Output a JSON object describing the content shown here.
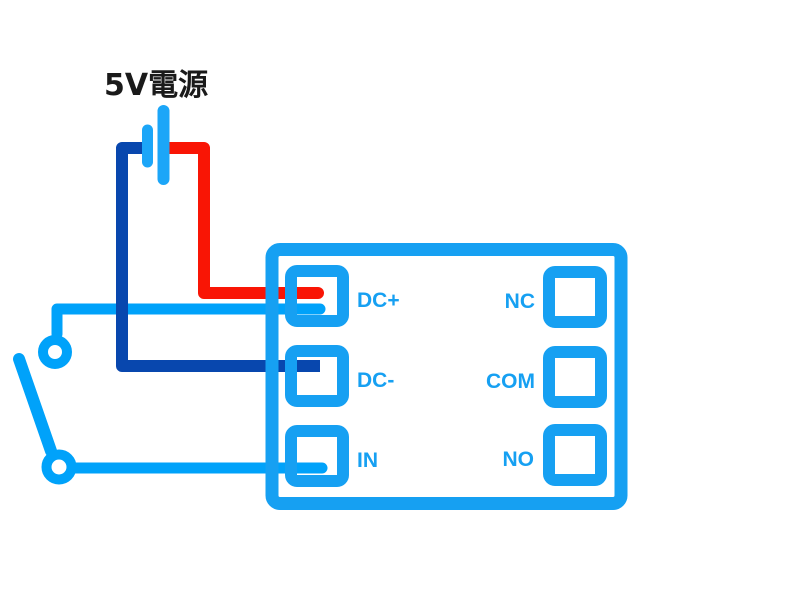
{
  "diagram": {
    "power_label": "5V電源",
    "module_terminals": {
      "dc_plus": "DC+",
      "dc_minus": "DC-",
      "in": "IN",
      "nc": "NC",
      "com": "COM",
      "no": "NO"
    },
    "components": {
      "battery": "5V power supply (battery symbol)",
      "switch": "toggle switch (open)",
      "module": "relay module terminal block"
    },
    "connections": [
      {
        "from": "battery-positive-plate",
        "wire": "red",
        "to": "DC+"
      },
      {
        "from": "battery-negative-plate",
        "wire": "dark-blue",
        "to": "DC-"
      },
      {
        "from": "switch-upper-terminal",
        "wire": "light-blue",
        "to": "DC+"
      },
      {
        "from": "switch-lower-terminal",
        "wire": "light-blue",
        "to": "IN"
      }
    ],
    "colors": {
      "light_blue_wire": "#00a2fa",
      "dark_blue_wire": "#0847ae",
      "red_wire": "#f91505",
      "module_blue": "#16a0f2",
      "battery_plate_blue": "#1ca6f8",
      "label_text": "#1a1a1a",
      "background": "#ffffff"
    }
  }
}
